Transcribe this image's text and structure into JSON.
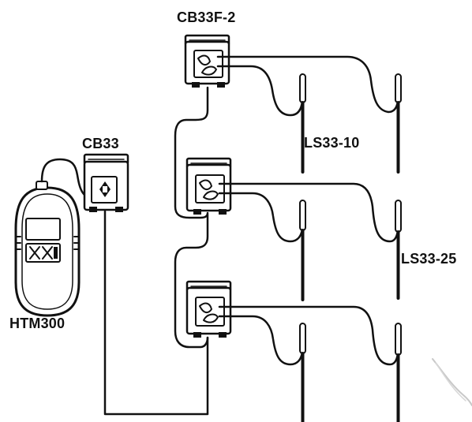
{
  "labels": {
    "cb33f2": "CB33F-2",
    "cb33": "CB33",
    "ls3310": "LS33-10",
    "ls3325": "LS33-25",
    "htm300": "HTM300"
  },
  "colors": {
    "line": "#111111",
    "device_fill": "#ffffff",
    "background": "#ffffff",
    "faint_line": "#c8c8c8"
  },
  "icons": {
    "handheld": "htm300-meter-icon",
    "junction_box": "junction-box-icon",
    "splitter": "splitter-box-icon",
    "probe": "sensor-probe-icon"
  }
}
